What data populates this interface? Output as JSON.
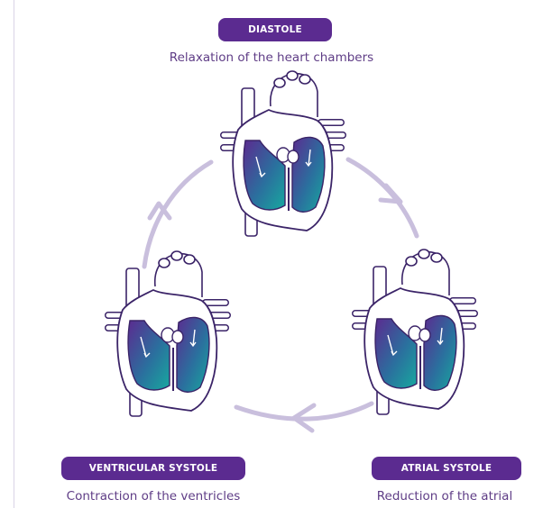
{
  "phases": {
    "diastole": {
      "label": "DIASTOLE",
      "caption": "Relaxation of the heart chambers"
    },
    "atrial_systole": {
      "label": "ATRIAL SYSTOLE",
      "caption": "Reduction of the atrial"
    },
    "ventricular_systole": {
      "label": "VENTRICULAR SYSTOLE",
      "caption": "Contraction of the ventricles"
    }
  },
  "colors": {
    "badge": "#5b2b90",
    "caption": "#5f3d86",
    "outline": "#3b2468",
    "cycle_arrow": "#c9bfdd",
    "blood_teal": "#17a99f",
    "blood_purple": "#5b2b90"
  }
}
